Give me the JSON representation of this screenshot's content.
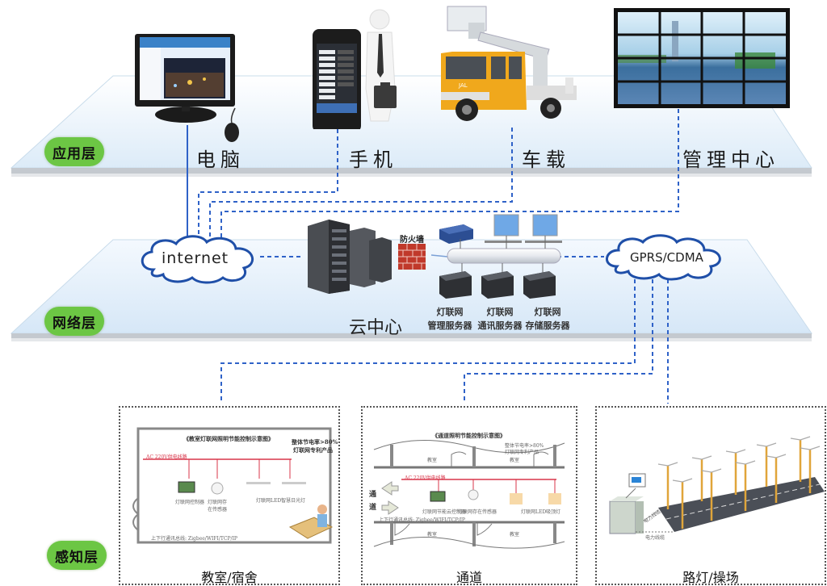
{
  "layers": {
    "application": {
      "label": "应用层"
    },
    "network": {
      "label": "网络层"
    },
    "perception": {
      "label": "感知层"
    }
  },
  "application_devices": [
    {
      "name": "computer",
      "label": "电脑"
    },
    {
      "name": "phone",
      "label": "手机"
    },
    {
      "name": "vehicle",
      "label": "车载"
    },
    {
      "name": "management-center",
      "label": "管理中心"
    }
  ],
  "network": {
    "internet_label": "internet",
    "gprs_label": "GPRS/CDMA",
    "firewall_label": "防火墙",
    "cloud_center_label": "云中心",
    "servers": [
      {
        "line1": "灯联网",
        "line2": "管理服务器"
      },
      {
        "line1": "灯联网",
        "line2": "通讯服务器"
      },
      {
        "line1": "灯联网",
        "line2": "存储服务器"
      }
    ]
  },
  "perception_panels": [
    {
      "title": "教室/宿舍",
      "diagram_title": "《教室灯联网照明节能控制示意图》",
      "note_line1": "整体节电率>80%",
      "note_line2": "灯联网专利产品",
      "power_line": "AC 220V供电线路",
      "device_labels": [
        "灯联网控制器",
        "灯联网存在传感器",
        "灯联网LED智慧日光灯"
      ],
      "bus_label": "上下行通讯总线: Zigbee/WIFI/TCP/IP"
    },
    {
      "title": "通道",
      "diagram_title": "《通道照明节能控制示意图》",
      "note_line1": "整体节电率>80%",
      "note_line2": "灯联网专利产品",
      "power_line": "AC 220V供电线路",
      "room_label": "教室",
      "side_label_1": "通",
      "side_label_2": "道",
      "device_labels": [
        "灯联网节能云控制器",
        "灯联网存在传感器",
        "灯联网LED吸顶灯"
      ],
      "bus_label": "上下行通讯总线: Zigbee/WIFI/TCP/IP"
    },
    {
      "title": "路灯/操场",
      "cable_label": "电力线缆"
    }
  ],
  "colors": {
    "badge_green": "#6cc644",
    "link_blue": "#2f62c8",
    "cloud_blue": "#1f4fa8",
    "plane_fill": "#eaf3fb",
    "power_red": "#d8364a"
  }
}
